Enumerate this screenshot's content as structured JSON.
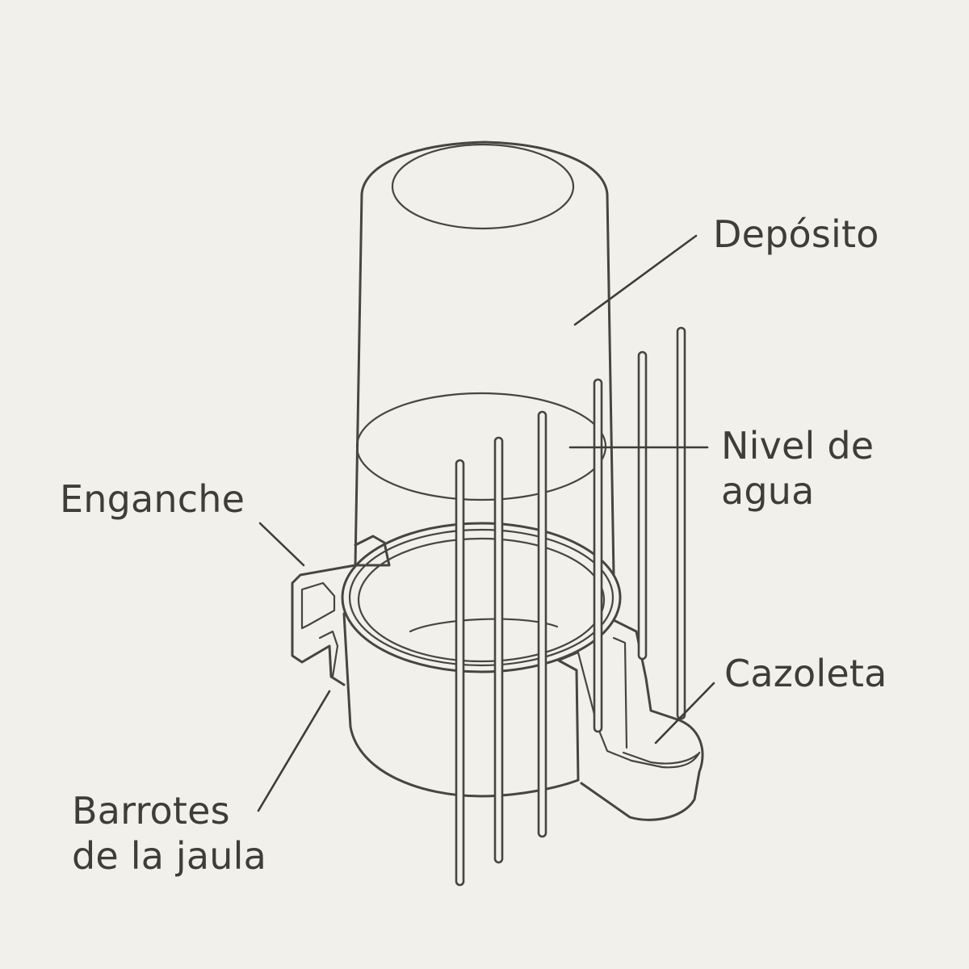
{
  "labels": {
    "deposito": "Depósito",
    "nivel_line1": "Nivel de",
    "nivel_line2": "agua",
    "enganche": "Enganche",
    "cazoleta": "Cazoleta",
    "barrotes_line1": "Barrotes",
    "barrotes_line2": "de la jaula"
  },
  "colors": {
    "background": "#f1f0ea",
    "line": "#46463f",
    "text": "#3d3d3a"
  }
}
